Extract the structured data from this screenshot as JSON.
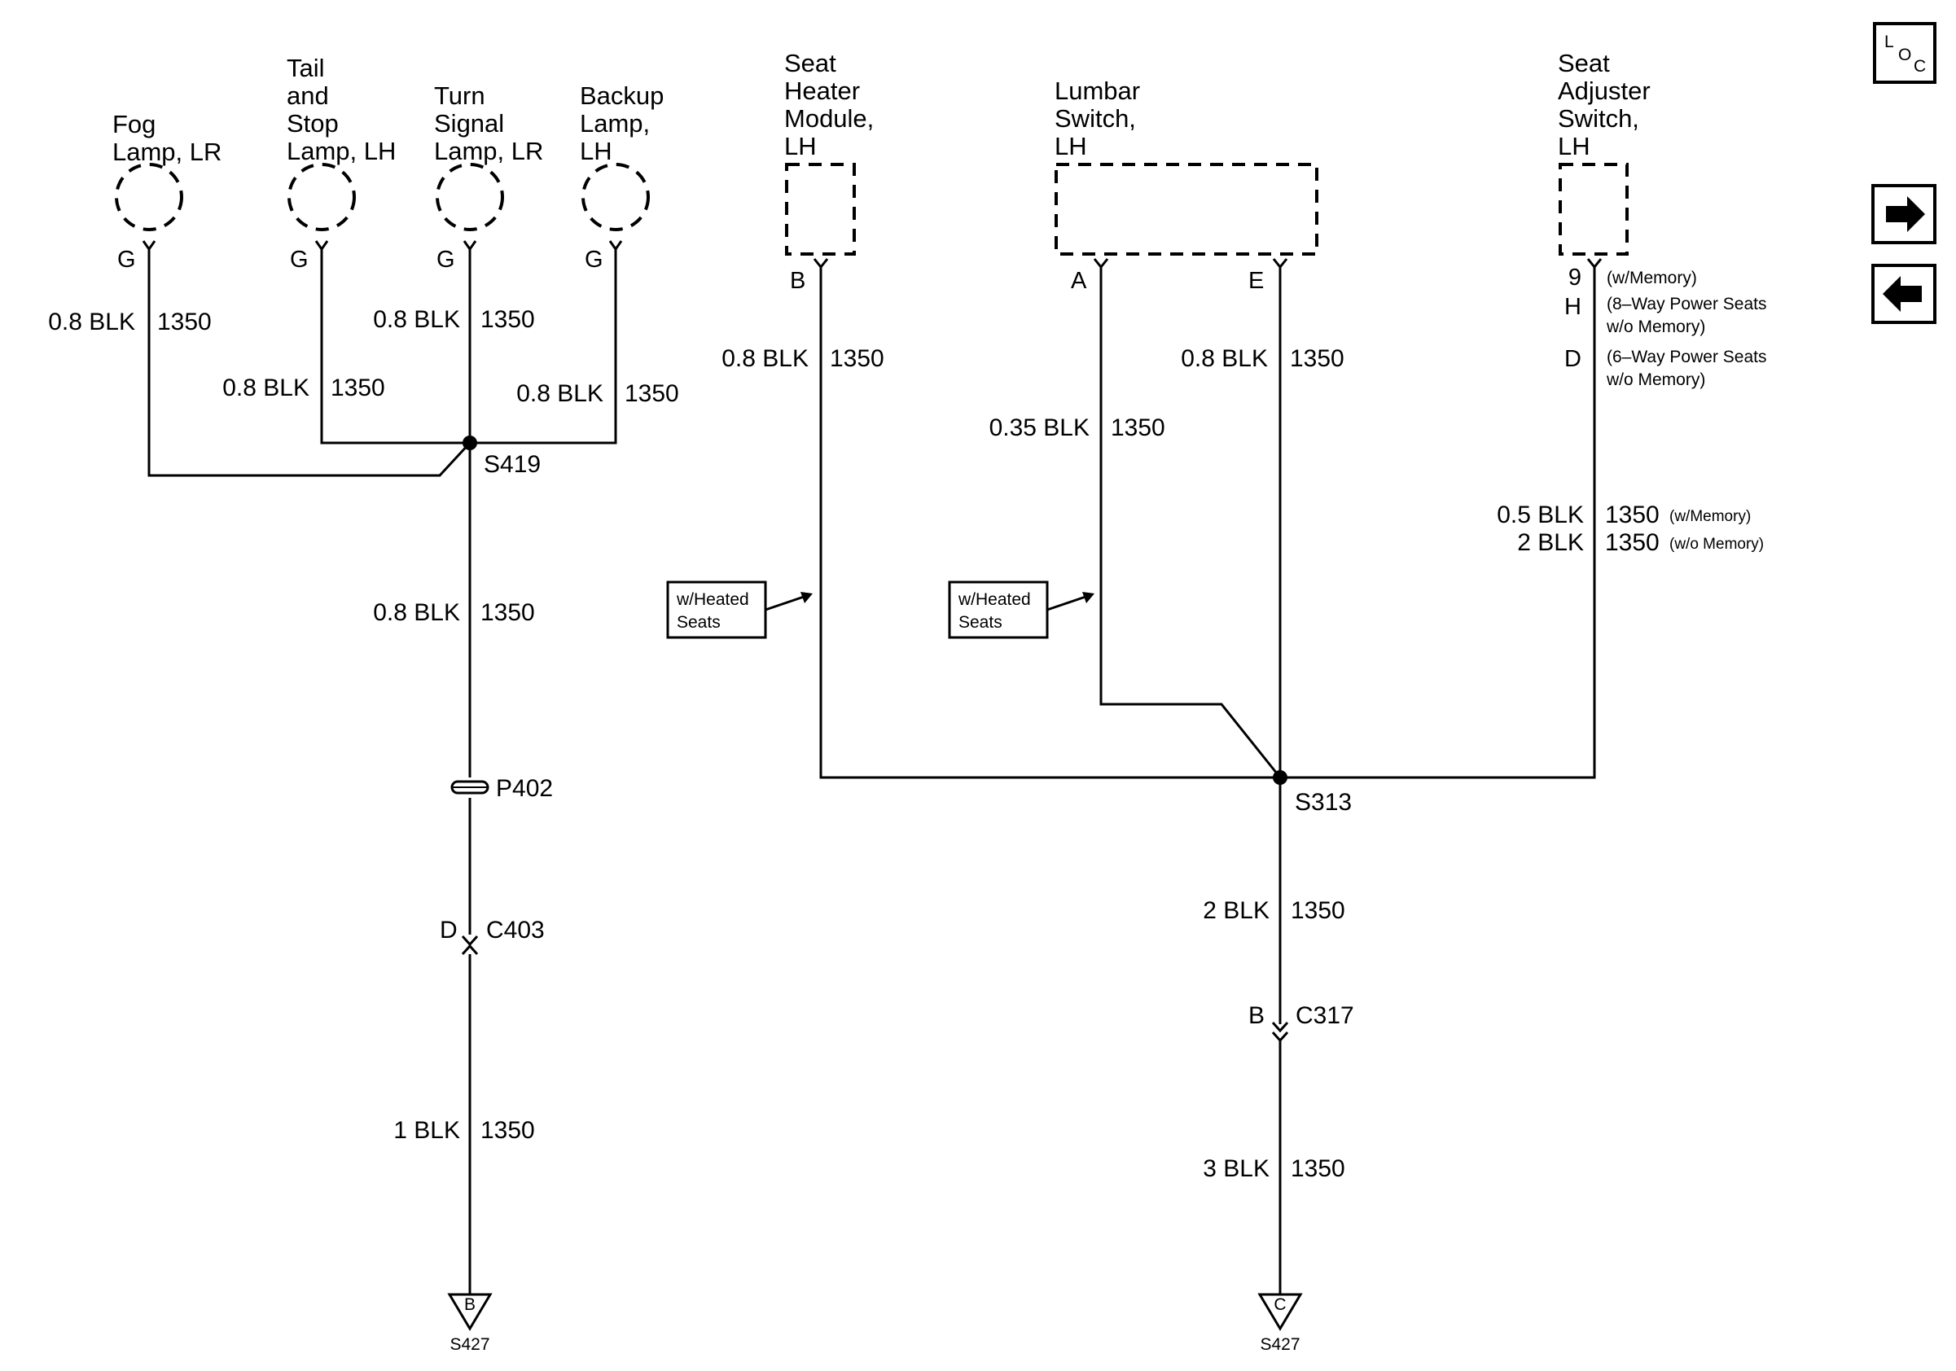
{
  "components": {
    "fog_lamp": [
      "Fog",
      "Lamp, LR"
    ],
    "tail_stop_lamp": [
      "Tail",
      "and",
      "Stop",
      "Lamp, LH"
    ],
    "turn_signal_lamp": [
      "Turn",
      "Signal",
      "Lamp, LR"
    ],
    "backup_lamp": [
      "Backup",
      "Lamp,",
      "LH"
    ],
    "seat_heater_module": [
      "Seat",
      "Heater",
      "Module,",
      "LH"
    ],
    "lumbar_switch": [
      "Lumbar",
      "Switch,",
      "LH"
    ],
    "seat_adjuster_switch": [
      "Seat",
      "Adjuster",
      "Switch,",
      "LH"
    ]
  },
  "pins": {
    "fog": "G",
    "tail": "G",
    "turn": "G",
    "backup": "G",
    "heater_b": "B",
    "lumbar_a": "A",
    "lumbar_e": "E",
    "adjuster_9": "9",
    "adjuster_h": "H",
    "adjuster_d": "D"
  },
  "pin_notes": {
    "adjuster_9": "(w/Memory)",
    "adjuster_h": [
      "(8–Way Power Seats",
      "w/o Memory)"
    ],
    "adjuster_d": [
      "(6–Way Power Seats",
      "w/o Memory)"
    ]
  },
  "wires": {
    "fog": {
      "gauge": "0.8 BLK",
      "circuit": "1350"
    },
    "tail": {
      "gauge": "0.8 BLK",
      "circuit": "1350"
    },
    "turn": {
      "gauge": "0.8 BLK",
      "circuit": "1350"
    },
    "backup": {
      "gauge": "0.8 BLK",
      "circuit": "1350"
    },
    "s419_down": {
      "gauge": "0.8 BLK",
      "circuit": "1350"
    },
    "c403_down": {
      "gauge": "1 BLK",
      "circuit": "1350"
    },
    "heater": {
      "gauge": "0.8 BLK",
      "circuit": "1350"
    },
    "lumbar_a": {
      "gauge": "0.35 BLK",
      "circuit": "1350"
    },
    "lumbar_e": {
      "gauge": "0.8 BLK",
      "circuit": "1350"
    },
    "adjuster_mem": {
      "gauge": "0.5 BLK",
      "circuit": "1350",
      "note": "(w/Memory)"
    },
    "adjuster_nomem": {
      "gauge": "2 BLK",
      "circuit": "1350",
      "note": "(w/o Memory)"
    },
    "s313_down": {
      "gauge": "2 BLK",
      "circuit": "1350"
    },
    "c317_down": {
      "gauge": "3 BLK",
      "circuit": "1350"
    }
  },
  "splices": {
    "s419": "S419",
    "s313": "S313"
  },
  "connectors": {
    "p402": "P402",
    "c403": "C403",
    "c403_pin": "D",
    "c317": "C317",
    "c317_pin": "B"
  },
  "option_boxes": {
    "heated_1": [
      "w/Heated",
      "Seats"
    ],
    "heated_2": [
      "w/Heated",
      "Seats"
    ]
  },
  "grounds": {
    "left": {
      "letter": "B",
      "label": "S427"
    },
    "right": {
      "letter": "C",
      "label": "S427"
    }
  },
  "nav": {
    "loc_icon": [
      "L",
      "O",
      "C"
    ],
    "forward_icon": "right-arrow-icon",
    "back_icon": "left-arrow-icon"
  }
}
